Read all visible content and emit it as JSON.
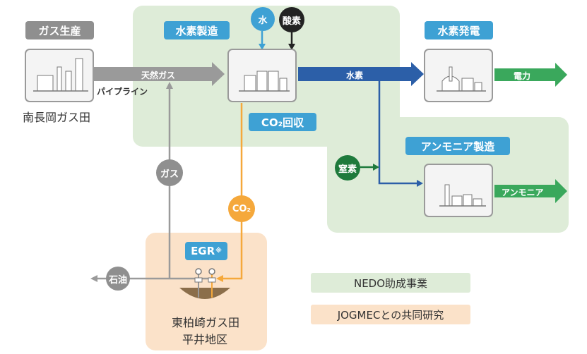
{
  "sections": {
    "gas_production": "ガス生産",
    "hydrogen_production": "水素製造",
    "hydrogen_power": "水素発電",
    "co2_capture": "CO₂回収",
    "ammonia_production": "アンモニア製造",
    "egr": "EGR",
    "egr_mark": "※"
  },
  "captions": {
    "field_minami": "南長岡ガス田",
    "field_higashi_line1": "東柏崎ガス田",
    "field_higashi_line2": "平井地区"
  },
  "flows": {
    "natural_gas": "天然ガス",
    "pipeline": "パイプライン",
    "hydrogen": "水素",
    "electricity": "電力",
    "ammonia": "アンモニア",
    "gas": "ガス",
    "co2": "CO₂",
    "oil": "石油"
  },
  "inputs": {
    "water": "水",
    "oxygen": "酸素",
    "nitrogen": "窒素"
  },
  "legend": {
    "nedo": "NEDO助成事業",
    "jogmec": "JOGMECとの共同研究"
  },
  "colors": {
    "green_zone": "#deecd8",
    "orange_zone": "#fbe2c9",
    "gray": "#8f8f8f",
    "blue": "#3ea1d4",
    "dark_blue": "#2c5fa8",
    "green": "#3aa85c",
    "orange": "#f5a83b",
    "black": "#222222",
    "dark_green": "#1e7a3c"
  }
}
